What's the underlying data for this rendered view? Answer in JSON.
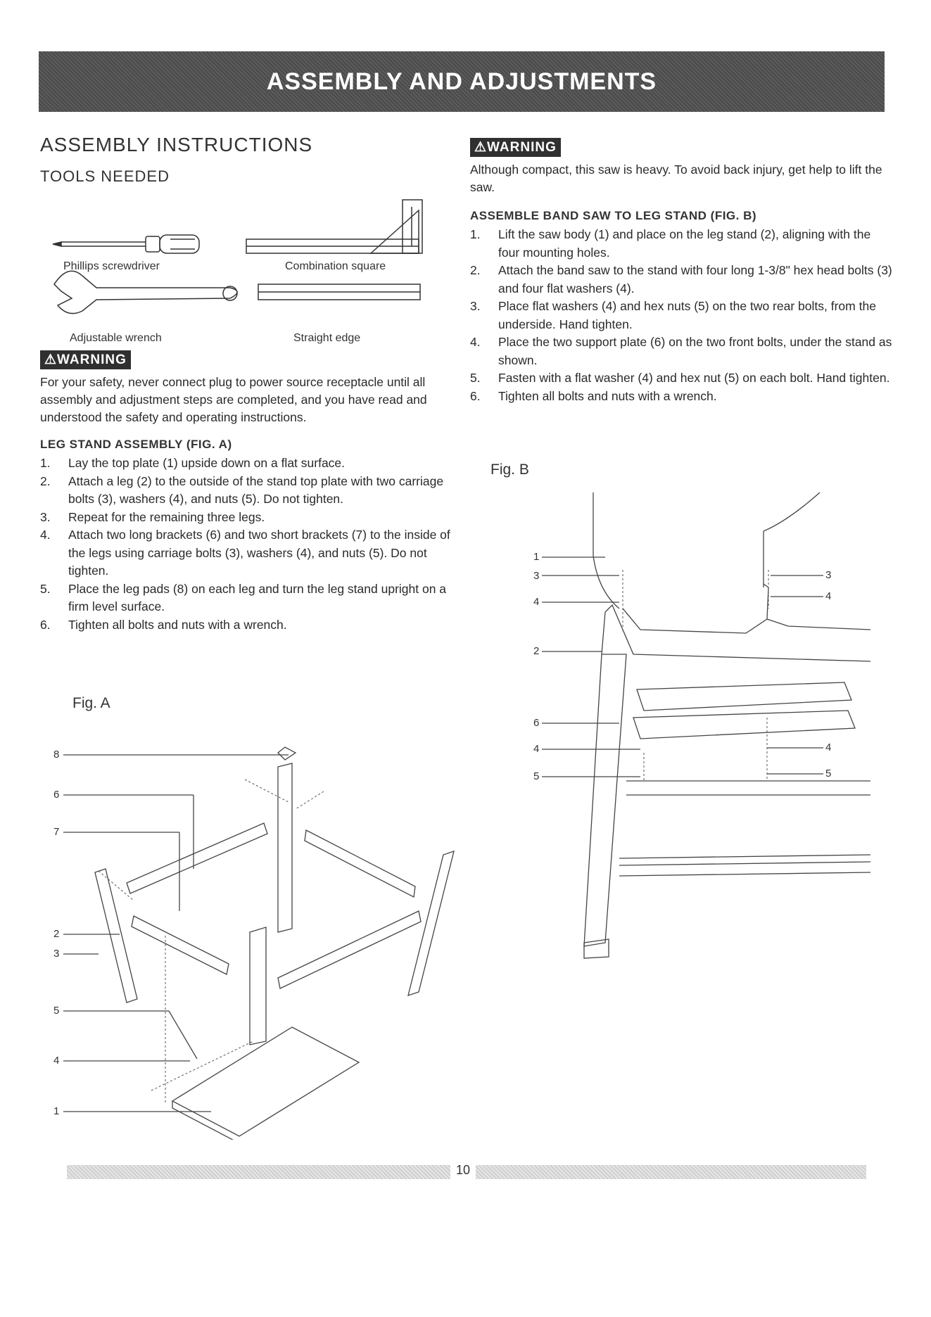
{
  "header": {
    "title": "ASSEMBLY AND ADJUSTMENTS"
  },
  "left": {
    "heading": "ASSEMBLY INSTRUCTIONS",
    "tools_heading": "TOOLS NEEDED",
    "tools": {
      "screwdriver": "Phillips screwdriver",
      "square": "Combination square",
      "wrench": "Adjustable wrench",
      "straight_edge": "Straight edge"
    },
    "warning_label": "WARNING",
    "warning_text": "For your safety, never connect plug to power source receptacle until all assembly and adjustment steps are completed, and you have read and understood the safety and operating instructions.",
    "leg_heading": "LEG STAND ASSEMBLY  (FIG. A)",
    "steps": [
      {
        "n": "1.",
        "text": "Lay the top plate (1) upside down on a flat surface."
      },
      {
        "n": "2.",
        "text": "Attach a leg (2) to the outside of the stand top plate with two carriage bolts (3), washers (4), and nuts (5). Do not tighten."
      },
      {
        "n": "3.",
        "text": "Repeat for the remaining three legs."
      },
      {
        "n": "4.",
        "text": "Attach two long brackets (6) and two short brackets (7) to the inside of the legs using carriage bolts (3), washers (4), and nuts (5). Do not tighten."
      },
      {
        "n": "5.",
        "text": "Place the leg pads (8) on each leg and turn the leg stand upright on a firm level surface."
      },
      {
        "n": "6.",
        "text": "Tighten all bolts and nuts with a wrench."
      }
    ],
    "fig_label": "Fig. A",
    "fig_callouts": [
      "8",
      "6",
      "7",
      "2",
      "3",
      "5",
      "4",
      "1"
    ]
  },
  "right": {
    "warning_label": "WARNING",
    "warning_text": "Although compact, this saw is heavy. To avoid back injury, get help to lift the saw.",
    "assemble_heading": "ASSEMBLE BAND SAW TO LEG STAND  (FIG. B)",
    "steps": [
      {
        "n": "1.",
        "text": "Lift the saw body (1) and place on the leg stand (2), aligning with the four mounting holes."
      },
      {
        "n": "2.",
        "text": "Attach the band saw to the stand with four long 1-3/8\" hex head bolts (3) and four flat washers (4)."
      },
      {
        "n": "3.",
        "text": "Place flat washers (4) and hex nuts (5) on the two rear bolts, from the underside. Hand tighten."
      },
      {
        "n": "4.",
        "text": "Place the  two  support plate (6) on the two front bolts, under the stand as shown."
      },
      {
        "n": "5.",
        "text": "Fasten with a flat washer (4) and hex nut (5) on each bolt. Hand tighten."
      },
      {
        "n": "6.",
        "text": "Tighten all bolts and nuts with a wrench."
      }
    ],
    "fig_label": "Fig. B",
    "fig_callouts_left": [
      "1",
      "3",
      "4",
      "2",
      "6",
      "4",
      "5"
    ],
    "fig_callouts_right": [
      "3",
      "4",
      "4",
      "5"
    ]
  },
  "footer": {
    "page_number": "10"
  }
}
